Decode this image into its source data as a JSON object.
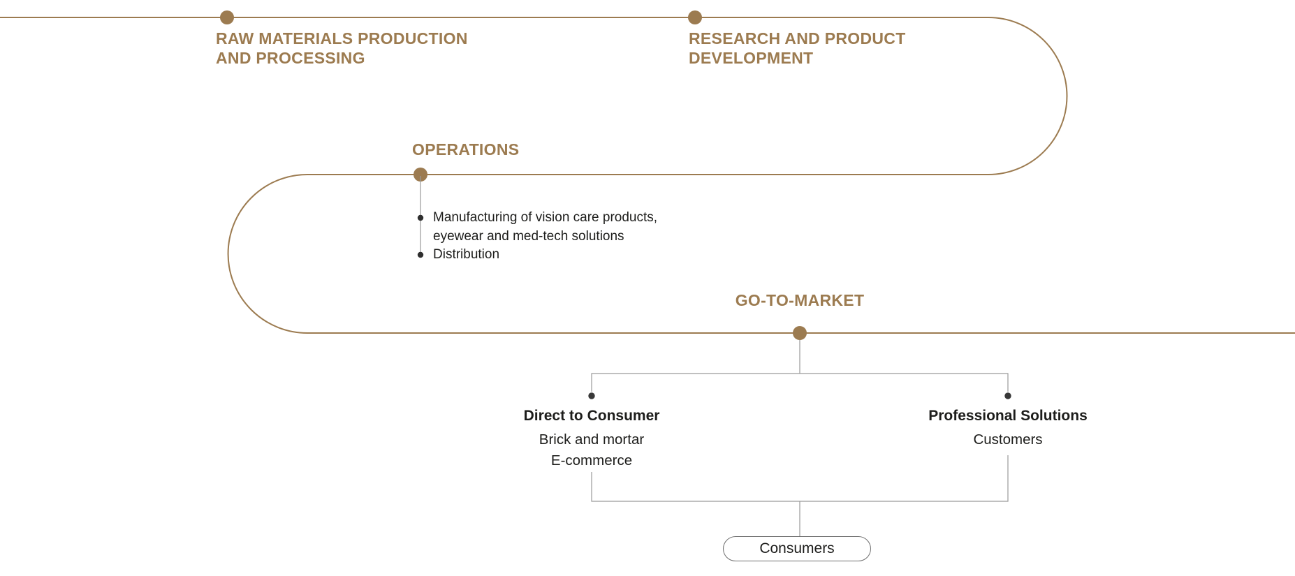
{
  "colors": {
    "brand_brown": "#9C7B50",
    "text_dark": "#1D1D1B",
    "connector_gray": "#9A9A9A",
    "marker_dark": "#383838"
  },
  "stages": {
    "raw_materials": {
      "line1": "RAW MATERIALS PRODUCTION",
      "line2": "AND PROCESSING"
    },
    "research": {
      "line1": "RESEARCH AND PRODUCT",
      "line2": "DEVELOPMENT"
    },
    "operations": {
      "label": "OPERATIONS",
      "bullet1_line1": "Manufacturing of vision care products,",
      "bullet1_line2": "eyewear and med-tech solutions",
      "bullet2": "Distribution"
    },
    "go_to_market": {
      "label": "GO-TO-MARKET",
      "direct_to_consumer": {
        "title": "Direct to Consumer",
        "channel1": "Brick and mortar",
        "channel2": "E-commerce"
      },
      "professional_solutions": {
        "title": "Professional Solutions",
        "channel1": "Customers"
      },
      "end_node": "Consumers"
    }
  }
}
